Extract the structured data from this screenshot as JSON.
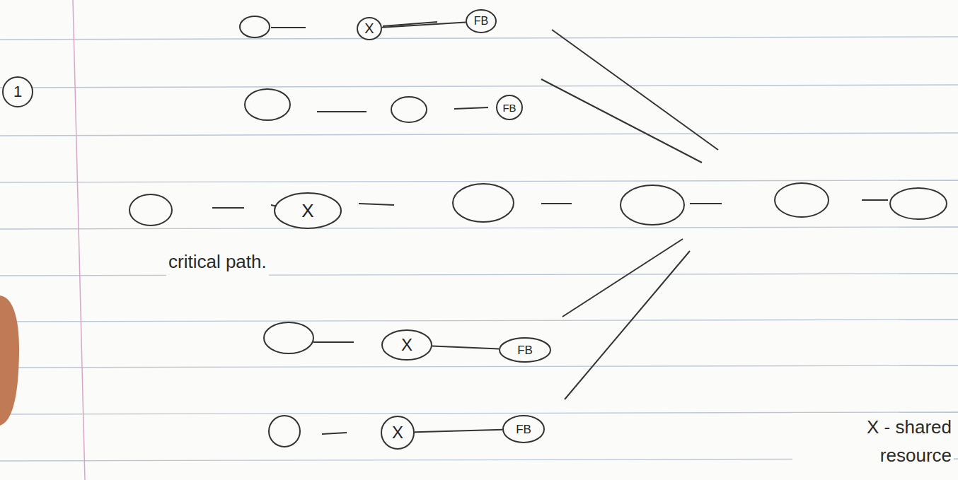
{
  "diagram": {
    "nodes": [
      {
        "text": [
          "X"
        ]
      },
      {
        "text": [
          "FB"
        ]
      },
      {
        "text": [
          "1"
        ]
      },
      {
        "text": [
          "FB"
        ]
      },
      {
        "text": [
          "X"
        ]
      },
      {
        "text": [
          "X"
        ]
      },
      {
        "text": [
          "FB"
        ]
      },
      {
        "text": [
          "X"
        ]
      },
      {
        "text": [
          "FB"
        ]
      }
    ],
    "edges": [
      {
        "from": 0,
        "to": 1,
        "arrow": "none"
      },
      {
        "from": 5,
        "to": 6,
        "arrow": "none"
      },
      {
        "from": 7,
        "to": 8,
        "arrow": "none"
      }
    ],
    "labels": [
      "critical path.",
      "X - shared resource"
    ]
  }
}
